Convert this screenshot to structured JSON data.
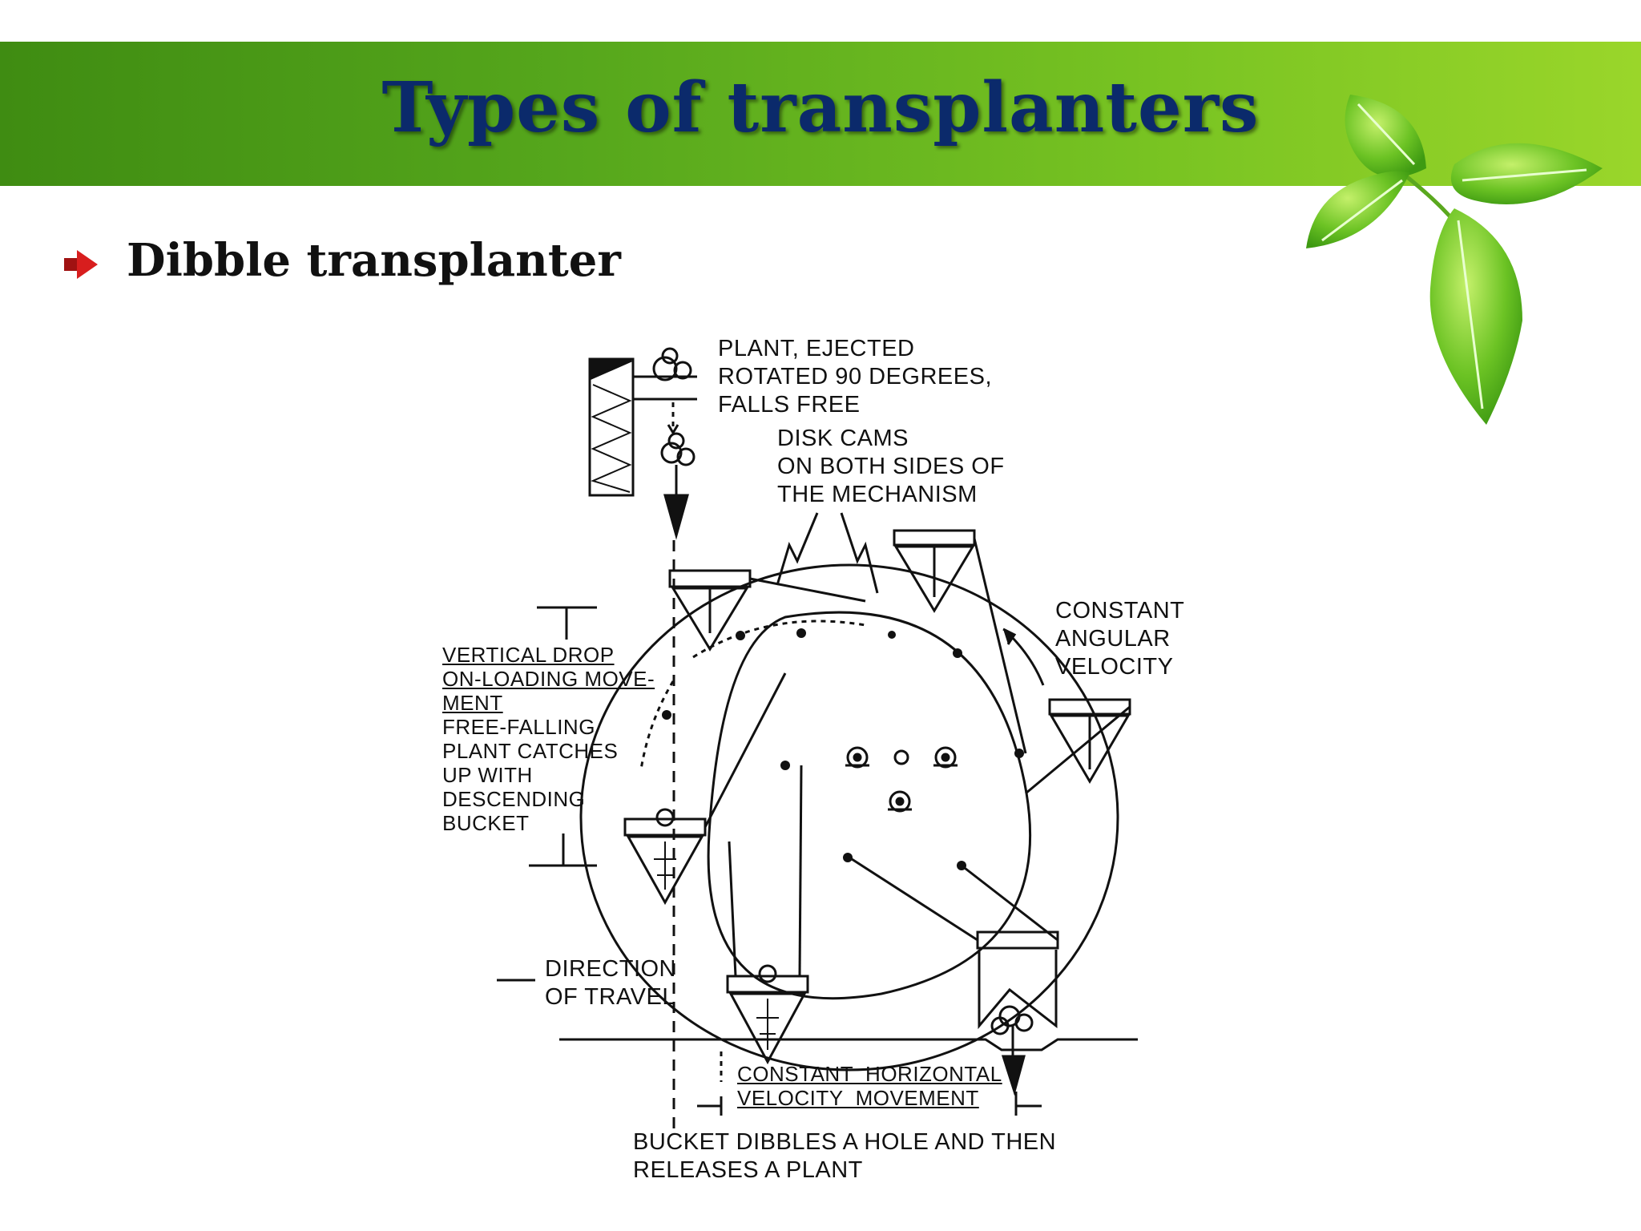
{
  "slide": {
    "title": "Types of transplanters",
    "bullet": "Dibble transplanter"
  },
  "diagram": {
    "labels": {
      "plant_ejected": [
        "PLANT, EJECTED",
        "ROTATED 90 DEGREES,",
        "FALLS FREE"
      ],
      "disk_cams": [
        "DISK CAMS",
        "ON BOTH SIDES OF",
        "THE MECHANISM"
      ],
      "constant_angular": [
        "CONSTANT",
        "ANGULAR",
        "VELOCITY"
      ],
      "vertical_drop": [
        "VERTICAL DROP",
        "ON-LOADING MOVE-",
        "MENT"
      ],
      "free_falling": [
        "FREE-FALLING",
        "PLANT CATCHES",
        "UP WITH",
        "DESCENDING",
        "BUCKET"
      ],
      "direction": [
        "DIRECTION",
        "OF TRAVEL"
      ],
      "constant_horizontal": [
        "CONSTANT  HORIZONTAL",
        "VELOCITY  MOVEMENT"
      ],
      "bucket_dibbles": [
        "BUCKET DIBBLES A HOLE AND THEN",
        "RELEASES A PLANT"
      ]
    }
  },
  "colors": {
    "header_dark": "#3f8c12",
    "header_light": "#9ad62a",
    "title": "#0b2a6b",
    "bullet": "#d81e1e"
  }
}
